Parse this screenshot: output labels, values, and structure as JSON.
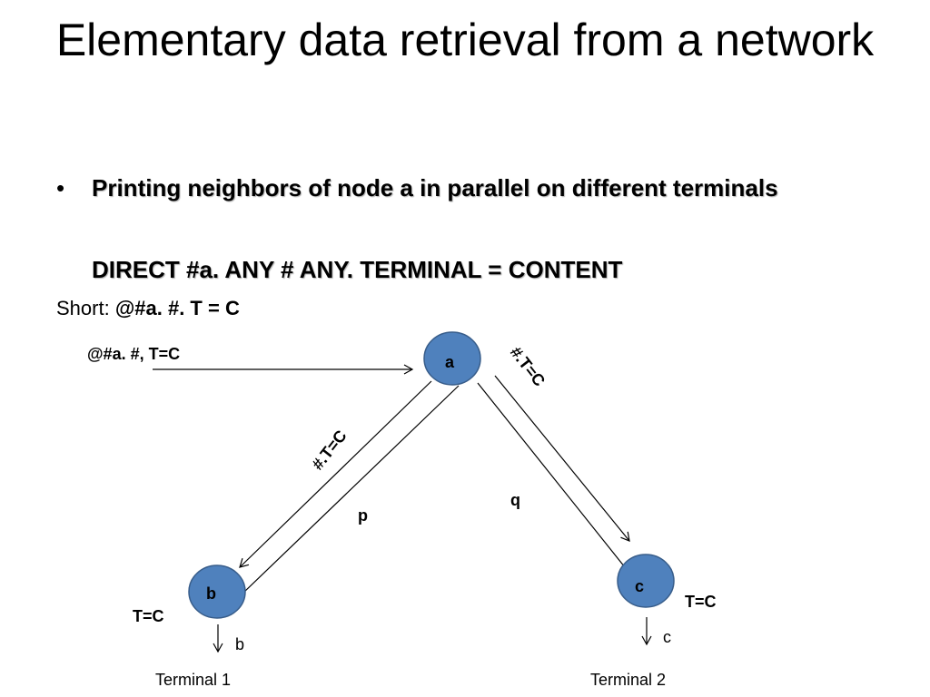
{
  "slide": {
    "title": "Elementary data retrieval from a network",
    "bullet": "Printing neighbors of node a in parallel on different terminals",
    "direct_line": "DIRECT #a. ANY # ANY. TERMINAL = CONTENT",
    "short_prefix": "Short:",
    "short_code": "@#a. #. T = C"
  },
  "diagram": {
    "colors": {
      "node_fill": "#4f81bd",
      "node_stroke": "#385d8a",
      "line": "#000000"
    },
    "input_label": "@#a. #, T=C",
    "nodes": {
      "a": "a",
      "b": "b",
      "c": "c"
    },
    "edge_labels": {
      "ab_message": "#.T=C",
      "ac_message": "#.T=C",
      "p": "p",
      "q": "q"
    },
    "terminal_labels": {
      "b_assign": "T=C",
      "c_assign": "T=C",
      "b_output": "b",
      "c_output": "c",
      "terminal_1": "Terminal 1",
      "terminal_2": "Terminal 2"
    }
  }
}
